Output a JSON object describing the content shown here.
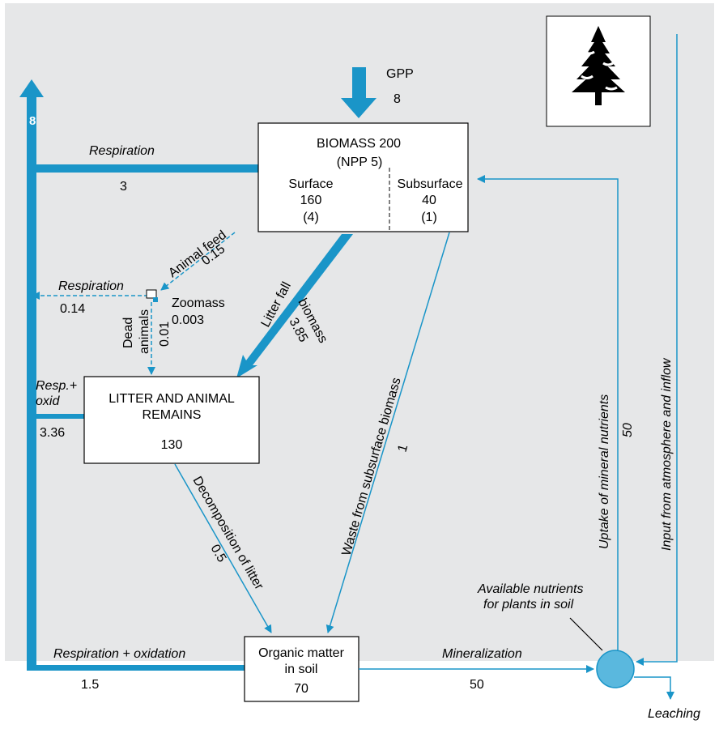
{
  "colors": {
    "background": "#e6e7e8",
    "flow": "#1a95c8",
    "node_fill": "#5ab8de",
    "box_border": "#000000",
    "box_fill": "#ffffff"
  },
  "icons": {
    "tree": "conifer-tree-icon"
  },
  "labels": {
    "gpp": "GPP",
    "gpp_value": "8",
    "total_respiration": "8",
    "respiration_top": "Respiration",
    "respiration_top_value": "3",
    "respiration_zoo": "Respiration",
    "respiration_zoo_value": "0.14",
    "animal_feed": "Animal feed",
    "animal_feed_value": "0.15",
    "zoomass": "Zoomass",
    "zoomass_value": "0.003",
    "dead_animals_1": "Dead",
    "dead_animals_2": "animals",
    "dead_animals_value": "0.01",
    "litter_fall": "Litter fall",
    "litter_fall_2": "biomass",
    "litter_fall_value": "3.85",
    "resp_oxid_1": "Resp.+",
    "resp_oxid_2": "oxid",
    "resp_oxid_value": "3.36",
    "waste": "Waste from subsurface biomass",
    "waste_value": "1",
    "uptake": "Uptake of mineral nutrients",
    "uptake_value": "50",
    "input": "Input from atmosphere and inflow",
    "decomposition": "Decomposition of litter",
    "decomposition_value": "0.5",
    "resp_oxidation": "Respiration + oxidation",
    "resp_oxidation_value": "1.5",
    "mineralization": "Mineralization",
    "mineralization_value": "50",
    "available_1": "Available nutrients",
    "available_2": "for plants in soil",
    "leaching": "Leaching"
  },
  "biomass_box": {
    "title": "BIOMASS  200",
    "npp": "(NPP 5)",
    "surface": "Surface",
    "surface_value": "160",
    "surface_npp": "(4)",
    "subsurface": "Subsurface",
    "subsurface_value": "40",
    "subsurface_npp": "(1)"
  },
  "litter_box": {
    "line1": "LITTER AND ANIMAL",
    "line2": "REMAINS",
    "value": "130"
  },
  "soil_box": {
    "line1": "Organic matter",
    "line2": "in soil",
    "value": "70"
  }
}
